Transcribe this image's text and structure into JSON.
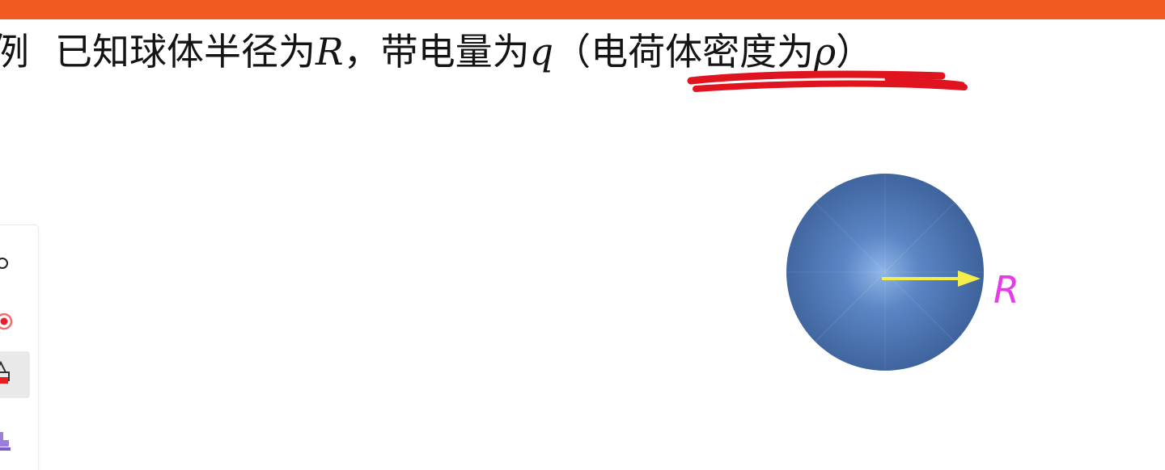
{
  "colors": {
    "top_bar": "#f25a23",
    "text": "#141414",
    "underline": "#e0141e",
    "sphere": "#3f6aa6",
    "arrow": "#f4ee4a",
    "radius_label": "#e63be6"
  },
  "problem": {
    "prefix": "例",
    "text_1": "已知球体半径为",
    "radius_symbol": "R",
    "text_2": "，带电量为",
    "charge_symbol": "q",
    "paren_open": "（",
    "emphasis": "电荷体密度为",
    "density_symbol": "ρ",
    "paren_close": "）"
  },
  "diagram": {
    "radius_label": "R"
  },
  "toolbar": {
    "tools": [
      {
        "icon": "eraser-circle-icon"
      },
      {
        "icon": "record-icon"
      },
      {
        "icon": "highlighter-icon",
        "selected": true
      },
      {
        "icon": "stamp-icon"
      }
    ]
  }
}
